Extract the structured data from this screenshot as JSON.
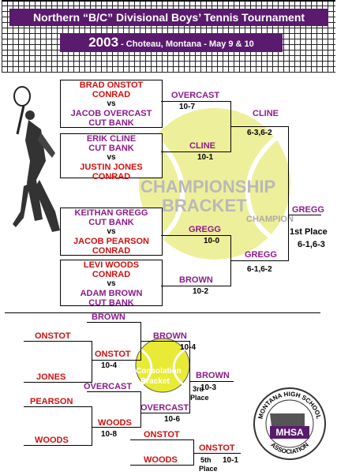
{
  "header": {
    "title": "Northern “B/C” Divisional Boys’ Tennis Tournament",
    "year": "2003",
    "subtitle": " - Choteau, Montana - May 9 & 10"
  },
  "watermark": {
    "line1": "CHAMPIONSHIP",
    "line2": "BRACKET",
    "line3": "CHAMPION",
    "consolation1": "Consolation",
    "consolation2": "Bracket"
  },
  "matches": [
    {
      "p1": "BRAD ONSTOT",
      "t1": "CONRAD",
      "vs": "vs",
      "p2": "JACOB OVERCAST",
      "t2": "CUT BANK"
    },
    {
      "p1": "ERIK CLINE",
      "t1": "CUT BANK",
      "vs": "vs",
      "p2": "JUSTIN JONES",
      "t2": "CONRAD"
    },
    {
      "p1": "KEITHAN GREGG",
      "t1": "CUT BANK",
      "vs": "vs",
      "p2": "JACOB PEARSON",
      "t2": "CONRAD"
    },
    {
      "p1": "LEVI WOODS",
      "t1": "CONRAD",
      "vs": "vs",
      "p2": "ADAM BROWN",
      "t2": "CUT BANK"
    }
  ],
  "championship": {
    "r1": [
      {
        "winner": "OVERCAST",
        "score": "10-7"
      },
      {
        "winner": "CLINE",
        "score": "10-1"
      },
      {
        "winner": "GREGG",
        "score": "10-0"
      },
      {
        "winner": "BROWN",
        "score": "10-2"
      }
    ],
    "semi": [
      {
        "winner": "CLINE",
        "score": "6-3,6-2"
      },
      {
        "winner": "GREGG",
        "score": "6-1,6-2"
      }
    ],
    "final": {
      "winner": "GREGG",
      "place": "1st Place",
      "score": "6-1,6-3"
    }
  },
  "consolation": {
    "entries": [
      "ONSTOT",
      "JONES",
      "PEARSON",
      "WOODS"
    ],
    "r1_winners": [
      {
        "name": "ONSTOT",
        "score": "10-4"
      },
      {
        "name": "WOODS",
        "score": "10-8"
      }
    ],
    "byes": [
      "BROWN",
      "OVERCAST"
    ],
    "semi": [
      {
        "name": "BROWN",
        "score": "10-4"
      },
      {
        "name": "OVERCAST",
        "score": "10-6"
      }
    ],
    "third": {
      "name": "BROWN",
      "score": "10-3",
      "place1": "3rd",
      "place2": "Place"
    },
    "fifth_entries": [
      "ONSTOT",
      "WOODS"
    ],
    "fifth": {
      "name": "ONSTOT",
      "score": "10-1",
      "place1": "5th",
      "place2": "Place"
    }
  },
  "logo": {
    "top": "MONTANA HIGH SCHOOL",
    "mid": "MHSA",
    "bottom": "ASSOCIATION"
  },
  "colors": {
    "banner": "#5a1a6e",
    "name_red": "#d01010",
    "name_purple": "#8c1a8c",
    "ball": "#e8ea35"
  }
}
